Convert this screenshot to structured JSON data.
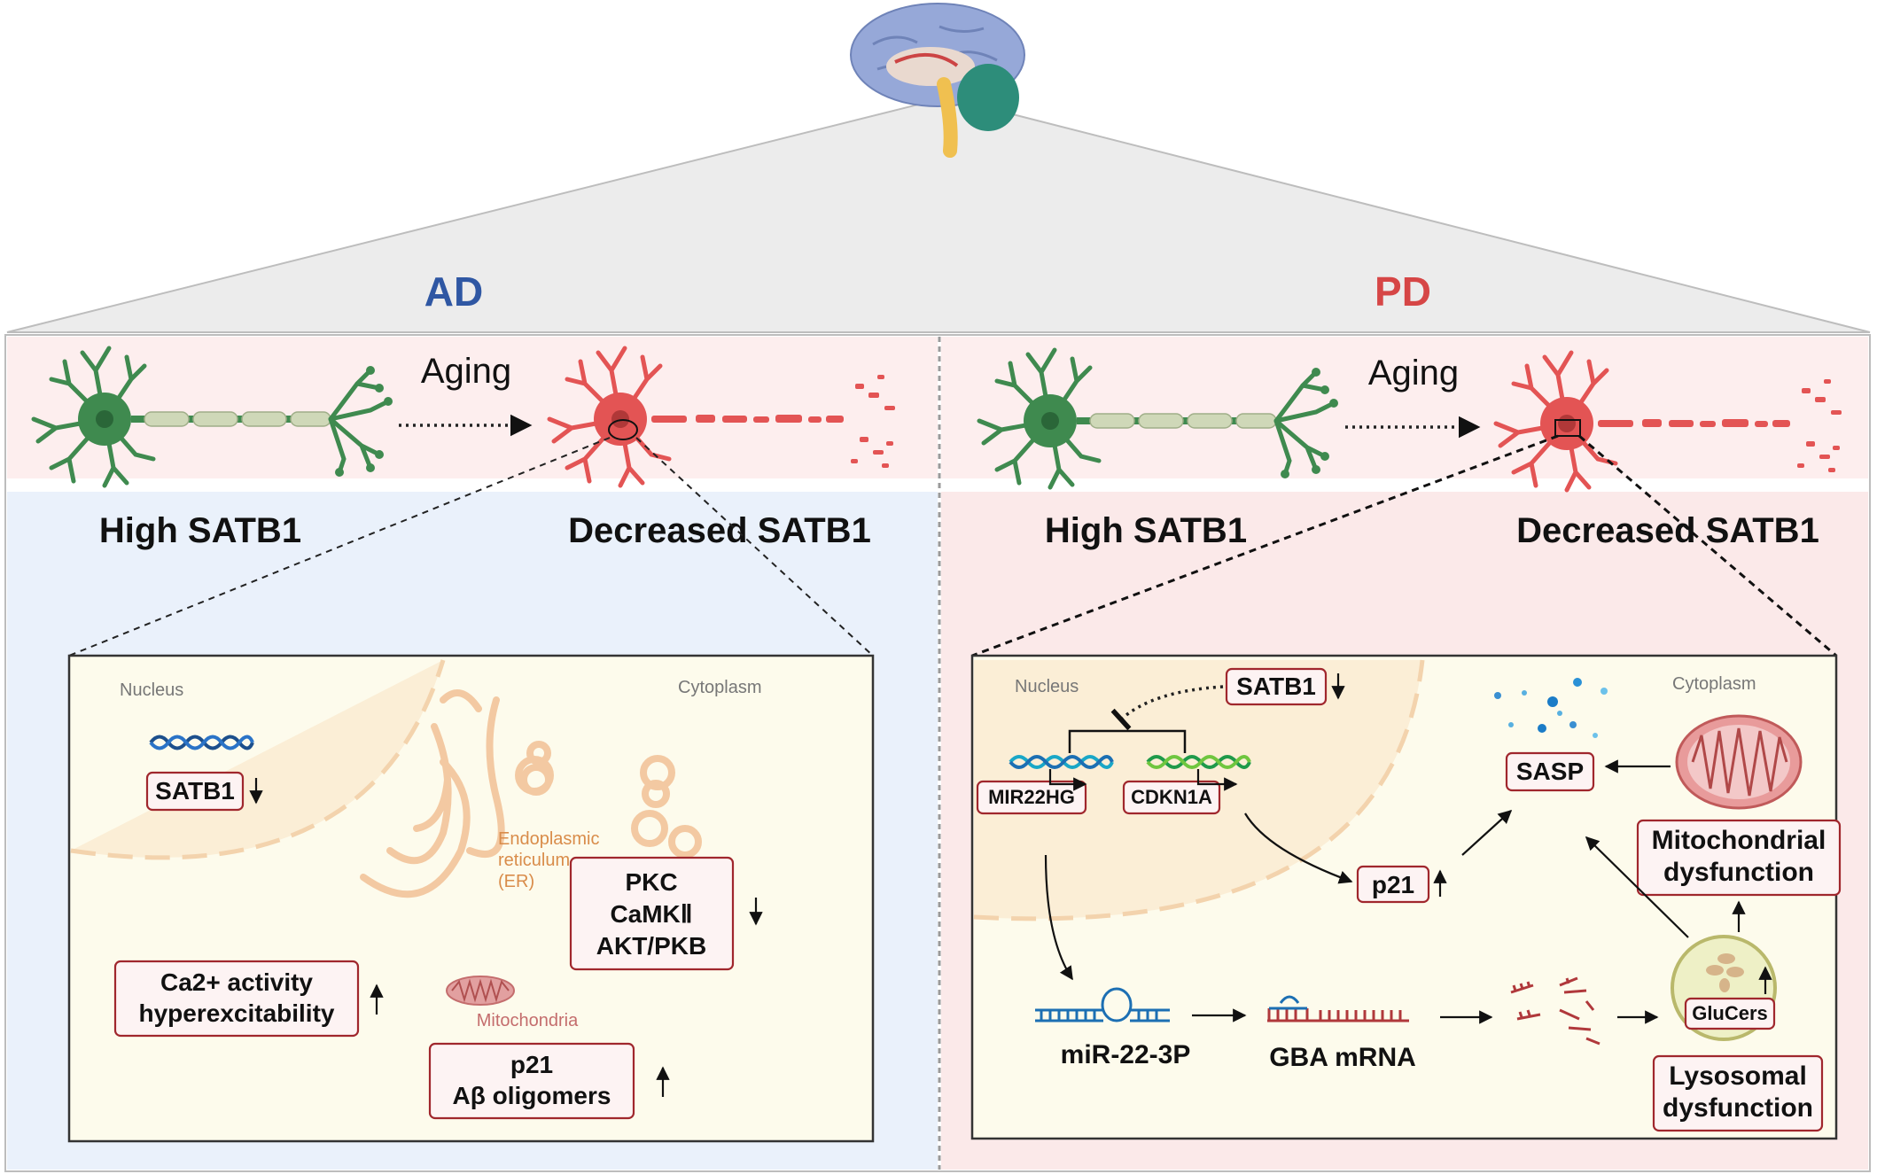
{
  "headings": {
    "ad": "AD",
    "pd": "PD",
    "ad_color": "#2f57a3",
    "pd_color": "#d64646"
  },
  "ad": {
    "aging": "Aging",
    "high": "High SATB1",
    "decreased": "Decreased SATB1",
    "nucleus": "Nucleus",
    "cytoplasm": "Cytoplasm",
    "er_line1": "Endoplasmic",
    "er_line2": "reticulum",
    "er_line3": "(ER)",
    "mito": "Mitochondria",
    "satb1": "SATB1",
    "kinase1": "PKC",
    "kinase2": "CaMKⅡ",
    "kinase3": "AKT/PKB",
    "ca_line1": "Ca2+ activity",
    "ca_line2": "hyperexcitability",
    "p21_line1": "p21",
    "p21_line2": "Aβ oligomers"
  },
  "pd": {
    "aging": "Aging",
    "high": "High SATB1",
    "decreased": "Decreased SATB1",
    "nucleus": "Nucleus",
    "cytoplasm": "Cytoplasm",
    "satb1": "SATB1",
    "mir22hg": "MIR22HG",
    "cdkn1a": "CDKN1A",
    "p21": "p21",
    "sasp": "SASP",
    "mito_line1": "Mitochondrial",
    "mito_line2": "dysfunction",
    "mir": "miR-22-3P",
    "gba": "GBA mRNA",
    "glucers": "GluCers",
    "lyso_line1": "Lysosomal",
    "lyso_line2": "dysfunction"
  },
  "colors": {
    "healthy_neuron": "#3f8a4f",
    "damaged_neuron": "#e35454",
    "box_border": "#a0272d"
  }
}
